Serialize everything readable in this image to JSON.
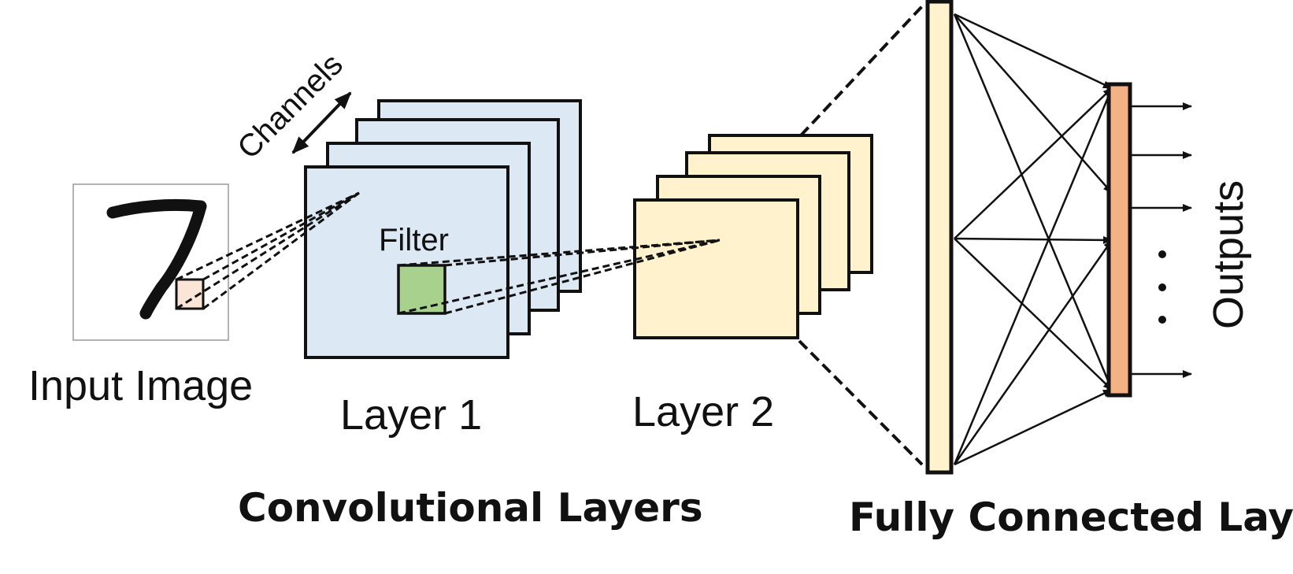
{
  "labels": {
    "input_image": "Input Image",
    "channels": "Channels",
    "filter": "Filter",
    "layer1": "Layer 1",
    "layer2": "Layer 2",
    "convolutional_layers": "Convolutional Layers",
    "fully_connected_layer": "Fully Connected Layer",
    "outputs": "Outputs",
    "digit": "7"
  },
  "colors": {
    "layer1_fill": "#dde8f5",
    "layer2_fill": "#fff2cc",
    "filter_fill": "#a9d18e",
    "input_patch_fill": "#fbe5d6",
    "fc_input_fill": "#fff2cc",
    "fc_output_fill": "#f4b183",
    "stroke": "#111111"
  }
}
